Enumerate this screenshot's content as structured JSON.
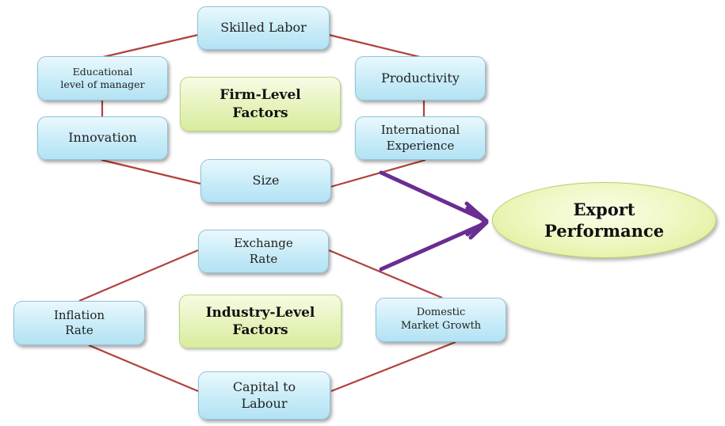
{
  "nodes": {
    "skilled_labor": "Skilled Labor",
    "educational_level": "Educational\nlevel of manager",
    "productivity": "Productivity",
    "innovation": "Innovation",
    "international_experience": "International\nExperience",
    "size": "Size",
    "exchange_rate": "Exchange\nRate",
    "inflation_rate": "Inflation\nRate",
    "domestic_market_growth": "Domestic\nMarket Growth",
    "capital_to_labour": "Capital to\nLabour"
  },
  "groups": {
    "firm_level": "Firm-Level\nFactors",
    "industry_level": "Industry-Level\nFactors"
  },
  "outcome": "Export\nPerformance",
  "colors": {
    "connector": "#b0413e",
    "arrow": "#6a2d91",
    "node_fill": "#c8ecf8",
    "group_fill": "#e4f2b8",
    "outcome_fill": "#eef7c0"
  }
}
